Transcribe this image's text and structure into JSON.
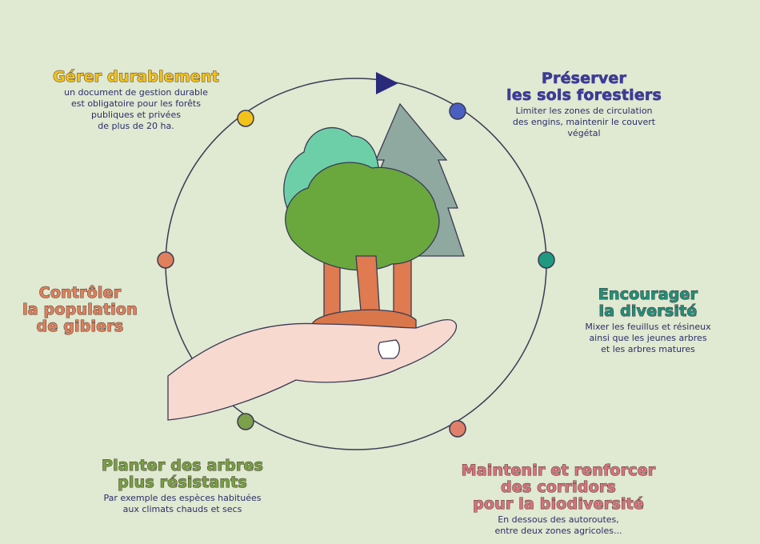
{
  "colors": {
    "background": "#e0e9d1",
    "yellow": "#f2c21b",
    "blue": "#3d3b9a",
    "teal": "#1f8f7a",
    "orange": "#e0805a",
    "olive": "#76a042",
    "salmon": "#d8737a"
  },
  "items": [
    {
      "title": [
        "Gérer durablement"
      ],
      "desc": [
        "un document de gestion durable",
        "est obligatoire pour les forêts",
        "publiques et privées",
        "de plus de 20 ha."
      ]
    },
    {
      "title": [
        "Préserver",
        "les sols forestiers"
      ],
      "desc": [
        "Limiter les zones de circulation",
        "des engins, maintenir le couvert",
        "végétal"
      ]
    },
    {
      "title": [
        "Encourager",
        "la diversité"
      ],
      "desc": [
        "Mixer les feuillus et résineux",
        "ainsi que les jeunes arbres",
        "et les arbres matures"
      ]
    },
    {
      "title": [
        "Maintenir et renforcer",
        "des corridors",
        "pour la biodiversité"
      ],
      "desc": [
        "En dessous  des autoroutes,",
        "entre deux zones agricoles..."
      ]
    },
    {
      "title": [
        "Planter des arbres",
        "plus résistants"
      ],
      "desc": [
        "Par exemple des espèces habituées",
        "aux climats chauds et secs"
      ]
    },
    {
      "title": [
        "Contrôler",
        "la population",
        "de gibiers"
      ],
      "desc": []
    }
  ]
}
